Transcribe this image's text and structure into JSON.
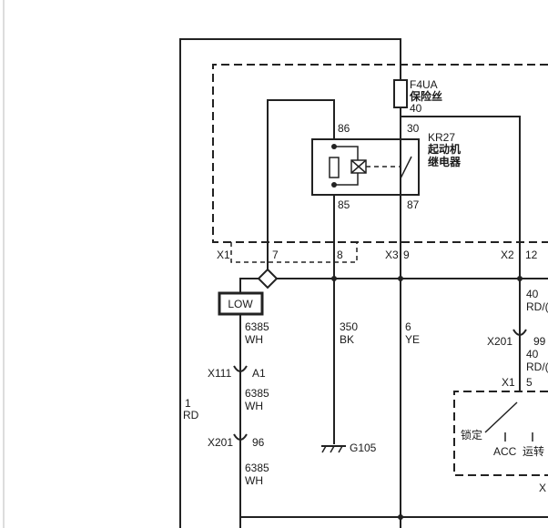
{
  "fuse": {
    "id": "F4UA",
    "name": "保险丝",
    "rating": "40"
  },
  "relay": {
    "id": "KR27",
    "name_line1": "起动机",
    "name_line2": "继电器",
    "pins": {
      "p86": "86",
      "p85": "85",
      "p30": "30",
      "p87": "87"
    }
  },
  "connectors": {
    "x1_top": "X1",
    "x3": "X3",
    "x2": "X2",
    "x111": "X111",
    "x201_left": "X201",
    "x201_right": "X201",
    "x1_right": "X1",
    "x_cut": "X"
  },
  "pins": {
    "p7": "7",
    "p8": "8",
    "p9": "9",
    "p12": "12",
    "pA1": "A1",
    "p96": "96",
    "p99": "99",
    "p5": "5"
  },
  "indicator": {
    "low": "LOW"
  },
  "wires": {
    "w6385_a": {
      "circuit": "6385",
      "color": "WH"
    },
    "w6385_b": {
      "circuit": "6385",
      "color": "WH"
    },
    "w6385_c": {
      "circuit": "6385",
      "color": "WH"
    },
    "w350": {
      "circuit": "350",
      "color": "BK"
    },
    "w6": {
      "circuit": "6",
      "color": "YE"
    },
    "w1": {
      "circuit": "1",
      "color": "RD"
    },
    "w40_a": {
      "circuit": "40",
      "color": "RD/("
    },
    "w40_b": {
      "circuit": "40",
      "color": "RD/("
    }
  },
  "ground": {
    "id": "G105"
  },
  "switch": {
    "lock": "锁定",
    "acc": "ACC",
    "run": "运转"
  }
}
